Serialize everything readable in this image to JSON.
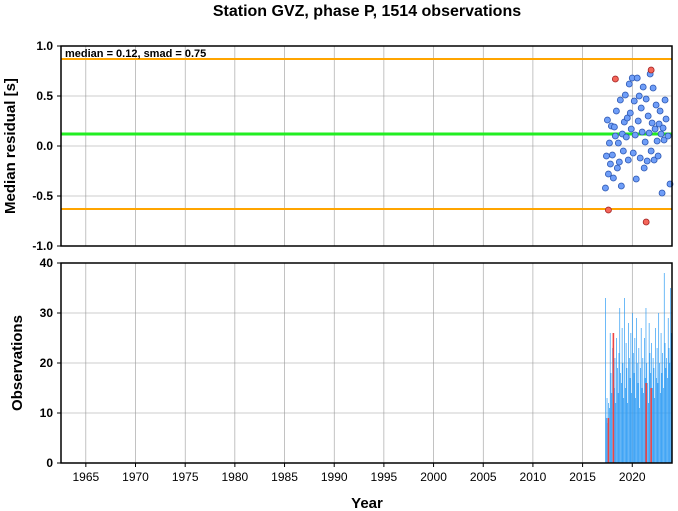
{
  "title": "Station GVZ, phase P, 1514 observations",
  "annotation": "median = 0.12, smad = 0.75",
  "colors": {
    "median_line": "#22ee22",
    "smad_line": "#ffa500",
    "point_normal": "#6f9ef8",
    "point_outlier": "#f4665a",
    "bar_normal": "#2f9cf4",
    "bar_outlier": "#ee4444",
    "grid": "#9a9a9a"
  },
  "chart_data": [
    {
      "type": "scatter",
      "title": "Station GVZ, phase P, 1514 observations",
      "xlabel": "",
      "ylabel": "Median residual [s]",
      "xlim": [
        1962.5,
        2024.0
      ],
      "ylim": [
        -1.0,
        1.0
      ],
      "yticks": [
        "1.0",
        "0.5",
        "0.0",
        "-0.5",
        "-1.0"
      ],
      "grid": true,
      "median": 0.12,
      "smad": 0.75,
      "reference_lines": [
        {
          "label": "median",
          "y": 0.12
        },
        {
          "label": "upper bound",
          "y": 0.87
        },
        {
          "label": "lower bound",
          "y": -0.63
        }
      ],
      "points": [
        {
          "x": 2017.3,
          "y": -0.42
        },
        {
          "x": 2017.4,
          "y": -0.1
        },
        {
          "x": 2017.5,
          "y": 0.26
        },
        {
          "x": 2017.6,
          "y": -0.28
        },
        {
          "x": 2017.7,
          "y": 0.03
        },
        {
          "x": 2017.8,
          "y": -0.18
        },
        {
          "x": 2017.9,
          "y": 0.2
        },
        {
          "x": 2018.0,
          "y": -0.09
        },
        {
          "x": 2018.1,
          "y": -0.32
        },
        {
          "x": 2018.2,
          "y": 0.19
        },
        {
          "x": 2018.3,
          "y": 0.1
        },
        {
          "x": 2018.4,
          "y": 0.35
        },
        {
          "x": 2018.5,
          "y": -0.22
        },
        {
          "x": 2018.6,
          "y": 0.03
        },
        {
          "x": 2018.7,
          "y": -0.16
        },
        {
          "x": 2018.8,
          "y": 0.46
        },
        {
          "x": 2018.9,
          "y": -0.4
        },
        {
          "x": 2019.0,
          "y": 0.12
        },
        {
          "x": 2019.1,
          "y": -0.05
        },
        {
          "x": 2019.2,
          "y": 0.24
        },
        {
          "x": 2019.3,
          "y": 0.51
        },
        {
          "x": 2019.4,
          "y": 0.09
        },
        {
          "x": 2019.5,
          "y": 0.28
        },
        {
          "x": 2019.6,
          "y": -0.14
        },
        {
          "x": 2019.7,
          "y": 0.62
        },
        {
          "x": 2019.8,
          "y": 0.33
        },
        {
          "x": 2019.9,
          "y": 0.17
        },
        {
          "x": 2020.0,
          "y": 0.68
        },
        {
          "x": 2020.1,
          "y": -0.07
        },
        {
          "x": 2020.2,
          "y": 0.45
        },
        {
          "x": 2020.3,
          "y": 0.11
        },
        {
          "x": 2020.4,
          "y": -0.33
        },
        {
          "x": 2020.5,
          "y": 0.68
        },
        {
          "x": 2020.6,
          "y": 0.25
        },
        {
          "x": 2020.7,
          "y": 0.5
        },
        {
          "x": 2020.8,
          "y": -0.12
        },
        {
          "x": 2020.9,
          "y": 0.38
        },
        {
          "x": 2021.0,
          "y": 0.14
        },
        {
          "x": 2021.1,
          "y": 0.59
        },
        {
          "x": 2021.2,
          "y": -0.22
        },
        {
          "x": 2021.3,
          "y": 0.04
        },
        {
          "x": 2021.4,
          "y": 0.47
        },
        {
          "x": 2021.5,
          "y": -0.15
        },
        {
          "x": 2021.6,
          "y": 0.3
        },
        {
          "x": 2021.7,
          "y": 0.13
        },
        {
          "x": 2021.8,
          "y": 0.72
        },
        {
          "x": 2021.9,
          "y": -0.05
        },
        {
          "x": 2022.0,
          "y": 0.23
        },
        {
          "x": 2022.1,
          "y": 0.58
        },
        {
          "x": 2022.2,
          "y": -0.14
        },
        {
          "x": 2022.3,
          "y": 0.17
        },
        {
          "x": 2022.4,
          "y": 0.41
        },
        {
          "x": 2022.5,
          "y": 0.05
        },
        {
          "x": 2022.6,
          "y": -0.1
        },
        {
          "x": 2022.7,
          "y": 0.22
        },
        {
          "x": 2022.8,
          "y": 0.35
        },
        {
          "x": 2022.9,
          "y": 0.12
        },
        {
          "x": 2023.0,
          "y": -0.47
        },
        {
          "x": 2023.1,
          "y": 0.18
        },
        {
          "x": 2023.2,
          "y": 0.06
        },
        {
          "x": 2023.3,
          "y": 0.46
        },
        {
          "x": 2023.4,
          "y": 0.27
        },
        {
          "x": 2023.6,
          "y": 0.1
        },
        {
          "x": 2023.8,
          "y": -0.38
        }
      ],
      "outliers": [
        {
          "x": 2017.6,
          "y": -0.64
        },
        {
          "x": 2018.3,
          "y": 0.67
        },
        {
          "x": 2021.4,
          "y": -0.76
        },
        {
          "x": 2021.9,
          "y": 0.76
        }
      ]
    },
    {
      "type": "bar",
      "xlabel": "Year",
      "ylabel": "Observations",
      "xlim": [
        1962.5,
        2024.0
      ],
      "ylim": [
        0,
        40
      ],
      "xticks": [
        "1965",
        "1970",
        "1975",
        "1980",
        "1985",
        "1990",
        "1995",
        "2000",
        "2005",
        "2010",
        "2015",
        "2020"
      ],
      "yticks": [
        "40",
        "30",
        "20",
        "10",
        "0"
      ],
      "grid": true,
      "x": [
        2017.3,
        2017.38,
        2017.46,
        2017.54,
        2017.62,
        2017.7,
        2017.78,
        2017.86,
        2017.94,
        2018.02,
        2018.1,
        2018.18,
        2018.26,
        2018.34,
        2018.42,
        2018.5,
        2018.58,
        2018.66,
        2018.74,
        2018.82,
        2018.9,
        2018.98,
        2019.06,
        2019.14,
        2019.22,
        2019.3,
        2019.38,
        2019.46,
        2019.54,
        2019.62,
        2019.7,
        2019.78,
        2019.86,
        2019.94,
        2020.02,
        2020.1,
        2020.18,
        2020.26,
        2020.34,
        2020.42,
        2020.5,
        2020.58,
        2020.66,
        2020.74,
        2020.82,
        2020.9,
        2020.98,
        2021.06,
        2021.14,
        2021.22,
        2021.3,
        2021.38,
        2021.46,
        2021.54,
        2021.62,
        2021.7,
        2021.78,
        2021.86,
        2021.94,
        2022.02,
        2022.1,
        2022.18,
        2022.26,
        2022.34,
        2022.42,
        2022.5,
        2022.58,
        2022.66,
        2022.74,
        2022.82,
        2022.9,
        2022.98,
        2023.06,
        2023.14,
        2023.22,
        2023.3,
        2023.38,
        2023.46,
        2023.54,
        2023.62,
        2023.7,
        2023.78,
        2023.86,
        2023.94
      ],
      "values": [
        33,
        9,
        13,
        8,
        12,
        11,
        26,
        18,
        14,
        23,
        17,
        15,
        21,
        12,
        25,
        19,
        14,
        22,
        31,
        18,
        16,
        27,
        20,
        13,
        33,
        15,
        24,
        19,
        12,
        28,
        21,
        17,
        26,
        14,
        30,
        22,
        18,
        25,
        13,
        29,
        20,
        16,
        23,
        11,
        19,
        27,
        15,
        21,
        14,
        25,
        17,
        31,
        20,
        16,
        12,
        28,
        22,
        18,
        24,
        15,
        21,
        19,
        13,
        27,
        17,
        23,
        16,
        30,
        20,
        14,
        26,
        18,
        22,
        15,
        38,
        24,
        19,
        21,
        17,
        29,
        23,
        20,
        35,
        26
      ],
      "outlier_bars": [
        {
          "x": 2017.6,
          "value": 9
        },
        {
          "x": 2018.1,
          "value": 26
        },
        {
          "x": 2021.4,
          "value": 16
        },
        {
          "x": 2021.9,
          "value": 15
        }
      ]
    }
  ]
}
